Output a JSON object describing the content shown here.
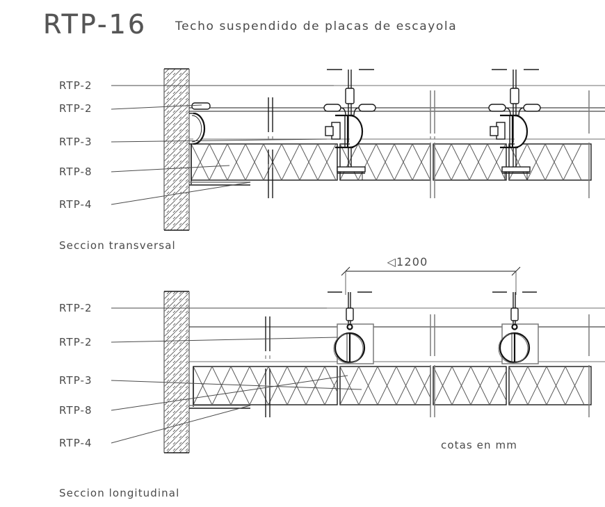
{
  "drawing": {
    "code": "RTP-16",
    "title": "Techo suspendido de placas de escayola",
    "units_note": "cotas en mm"
  },
  "sections": [
    {
      "id": "transversal",
      "caption": "Seccion transversal",
      "labels": [
        {
          "id": "rtp-2-a",
          "text": "RTP-2"
        },
        {
          "id": "rtp-2-b",
          "text": "RTP-2"
        },
        {
          "id": "rtp-3",
          "text": "RTP-3"
        },
        {
          "id": "rtp-8",
          "text": "RTP-8"
        },
        {
          "id": "rtp-4",
          "text": "RTP-4"
        }
      ]
    },
    {
      "id": "longitudinal",
      "caption": "Seccion longitudinal",
      "labels": [
        {
          "id": "rtp-2-a",
          "text": "RTP-2"
        },
        {
          "id": "rtp-2-b",
          "text": "RTP-2"
        },
        {
          "id": "rtp-3",
          "text": "RTP-3"
        },
        {
          "id": "rtp-8",
          "text": "RTP-8"
        },
        {
          "id": "rtp-4",
          "text": "RTP-4"
        }
      ],
      "dimension": {
        "prefix": "◁",
        "value": "1200",
        "text": "◁1200"
      }
    }
  ],
  "colors": {
    "background": "#ffffff",
    "line": "#1a1a1a",
    "line_gray": "#6f6f6f",
    "text": "#4a4a4a",
    "title": "#555555",
    "hatch": "#4f4f4f"
  }
}
